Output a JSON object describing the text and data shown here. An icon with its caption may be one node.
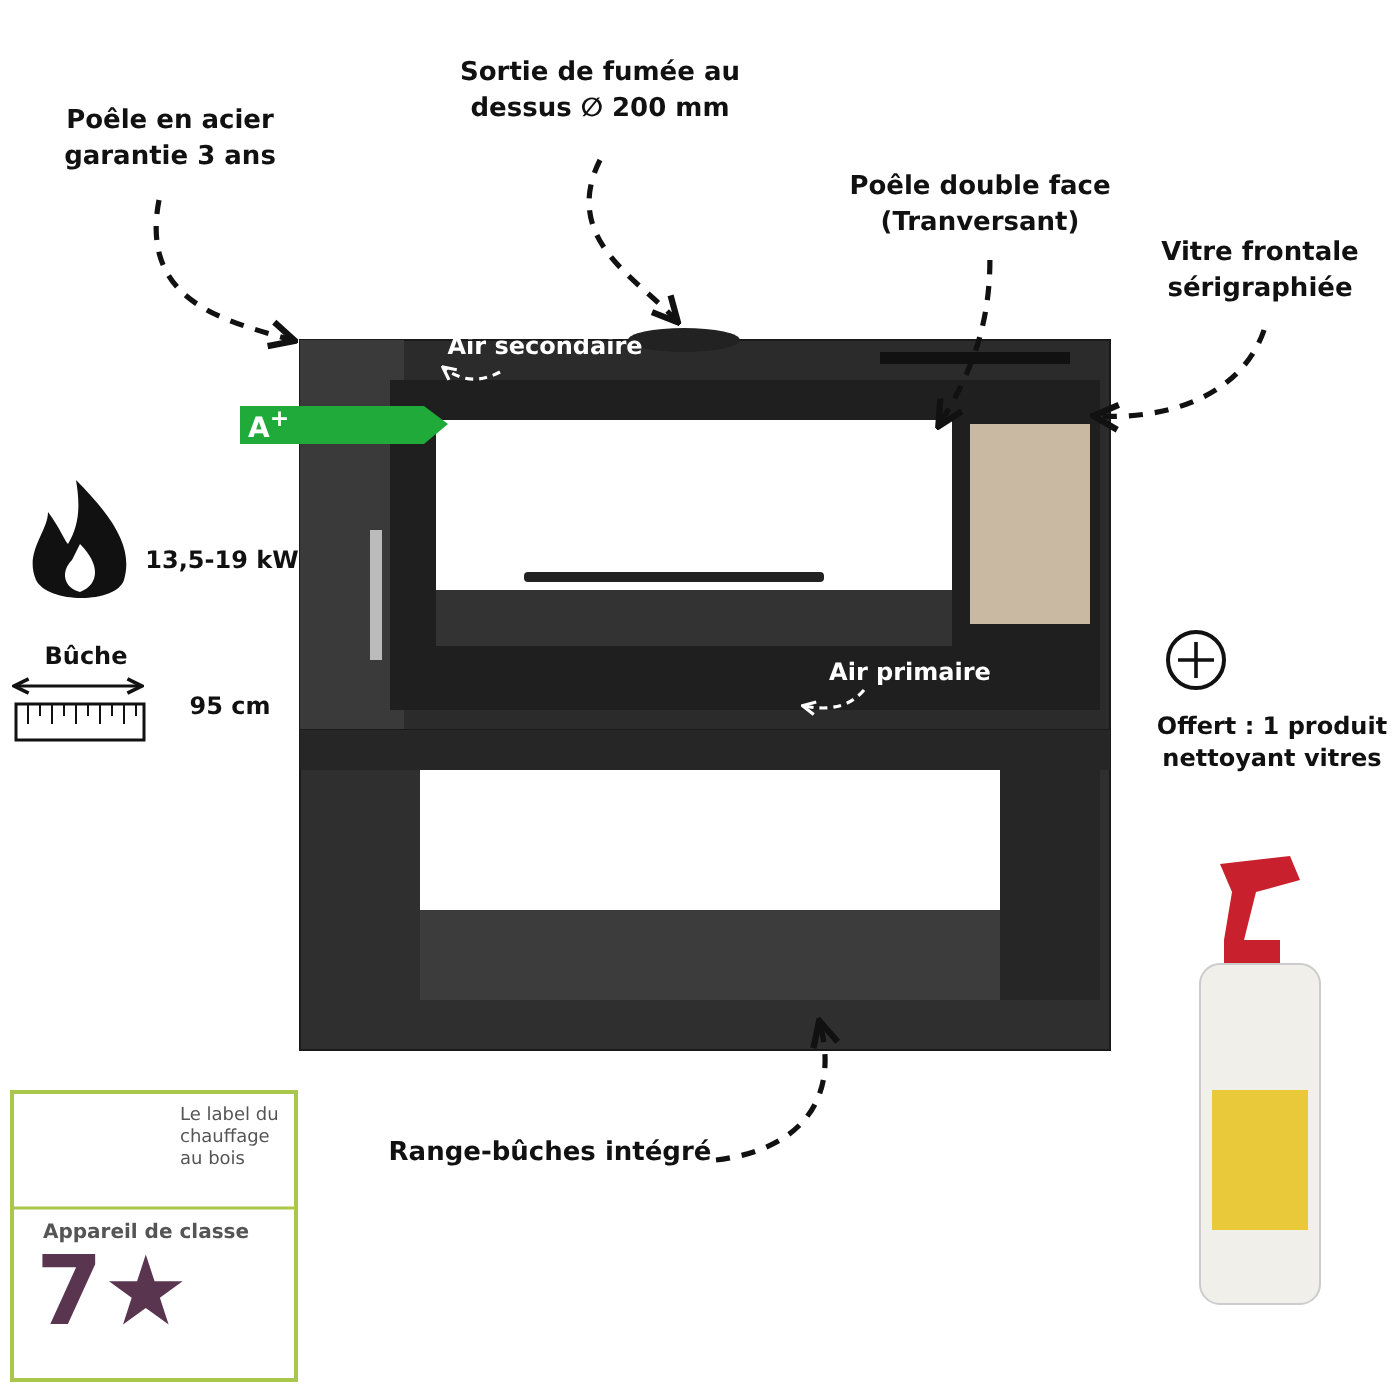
{
  "diagram": {
    "nodes": [
      {
        "text": [
          "Poêle en acier garantie 3 ans"
        ]
      },
      {
        "text": [
          "Sortie de fumée au dessus ∅ 200 mm"
        ]
      },
      {
        "text": [
          "Poêle double face (Tranversant)"
        ]
      },
      {
        "text": [
          "Vitre frontale sérigraphiée"
        ]
      },
      {
        "text": [
          "Range-bûches intégré"
        ]
      },
      {
        "text": [],
        "shape": "picture"
      }
    ],
    "edges": [
      {
        "from": 0,
        "to": 5,
        "arrow": "to"
      },
      {
        "from": 1,
        "to": 5,
        "arrow": "to"
      },
      {
        "from": 2,
        "to": 5,
        "arrow": "to"
      },
      {
        "from": 3,
        "to": 5,
        "arrow": "to"
      },
      {
        "from": 4,
        "to": 5,
        "arrow": "to"
      }
    ],
    "labels": [
      "Air secondaire",
      "A$^{+}$",
      "13,5-19 kW",
      "Bûche",
      "Air primaire",
      "95 cm",
      "Offert : 1 produit nettoyant vitres",
      "Le label du chauffage au bois",
      "Appareil de classe",
      "7★"
    ]
  }
}
